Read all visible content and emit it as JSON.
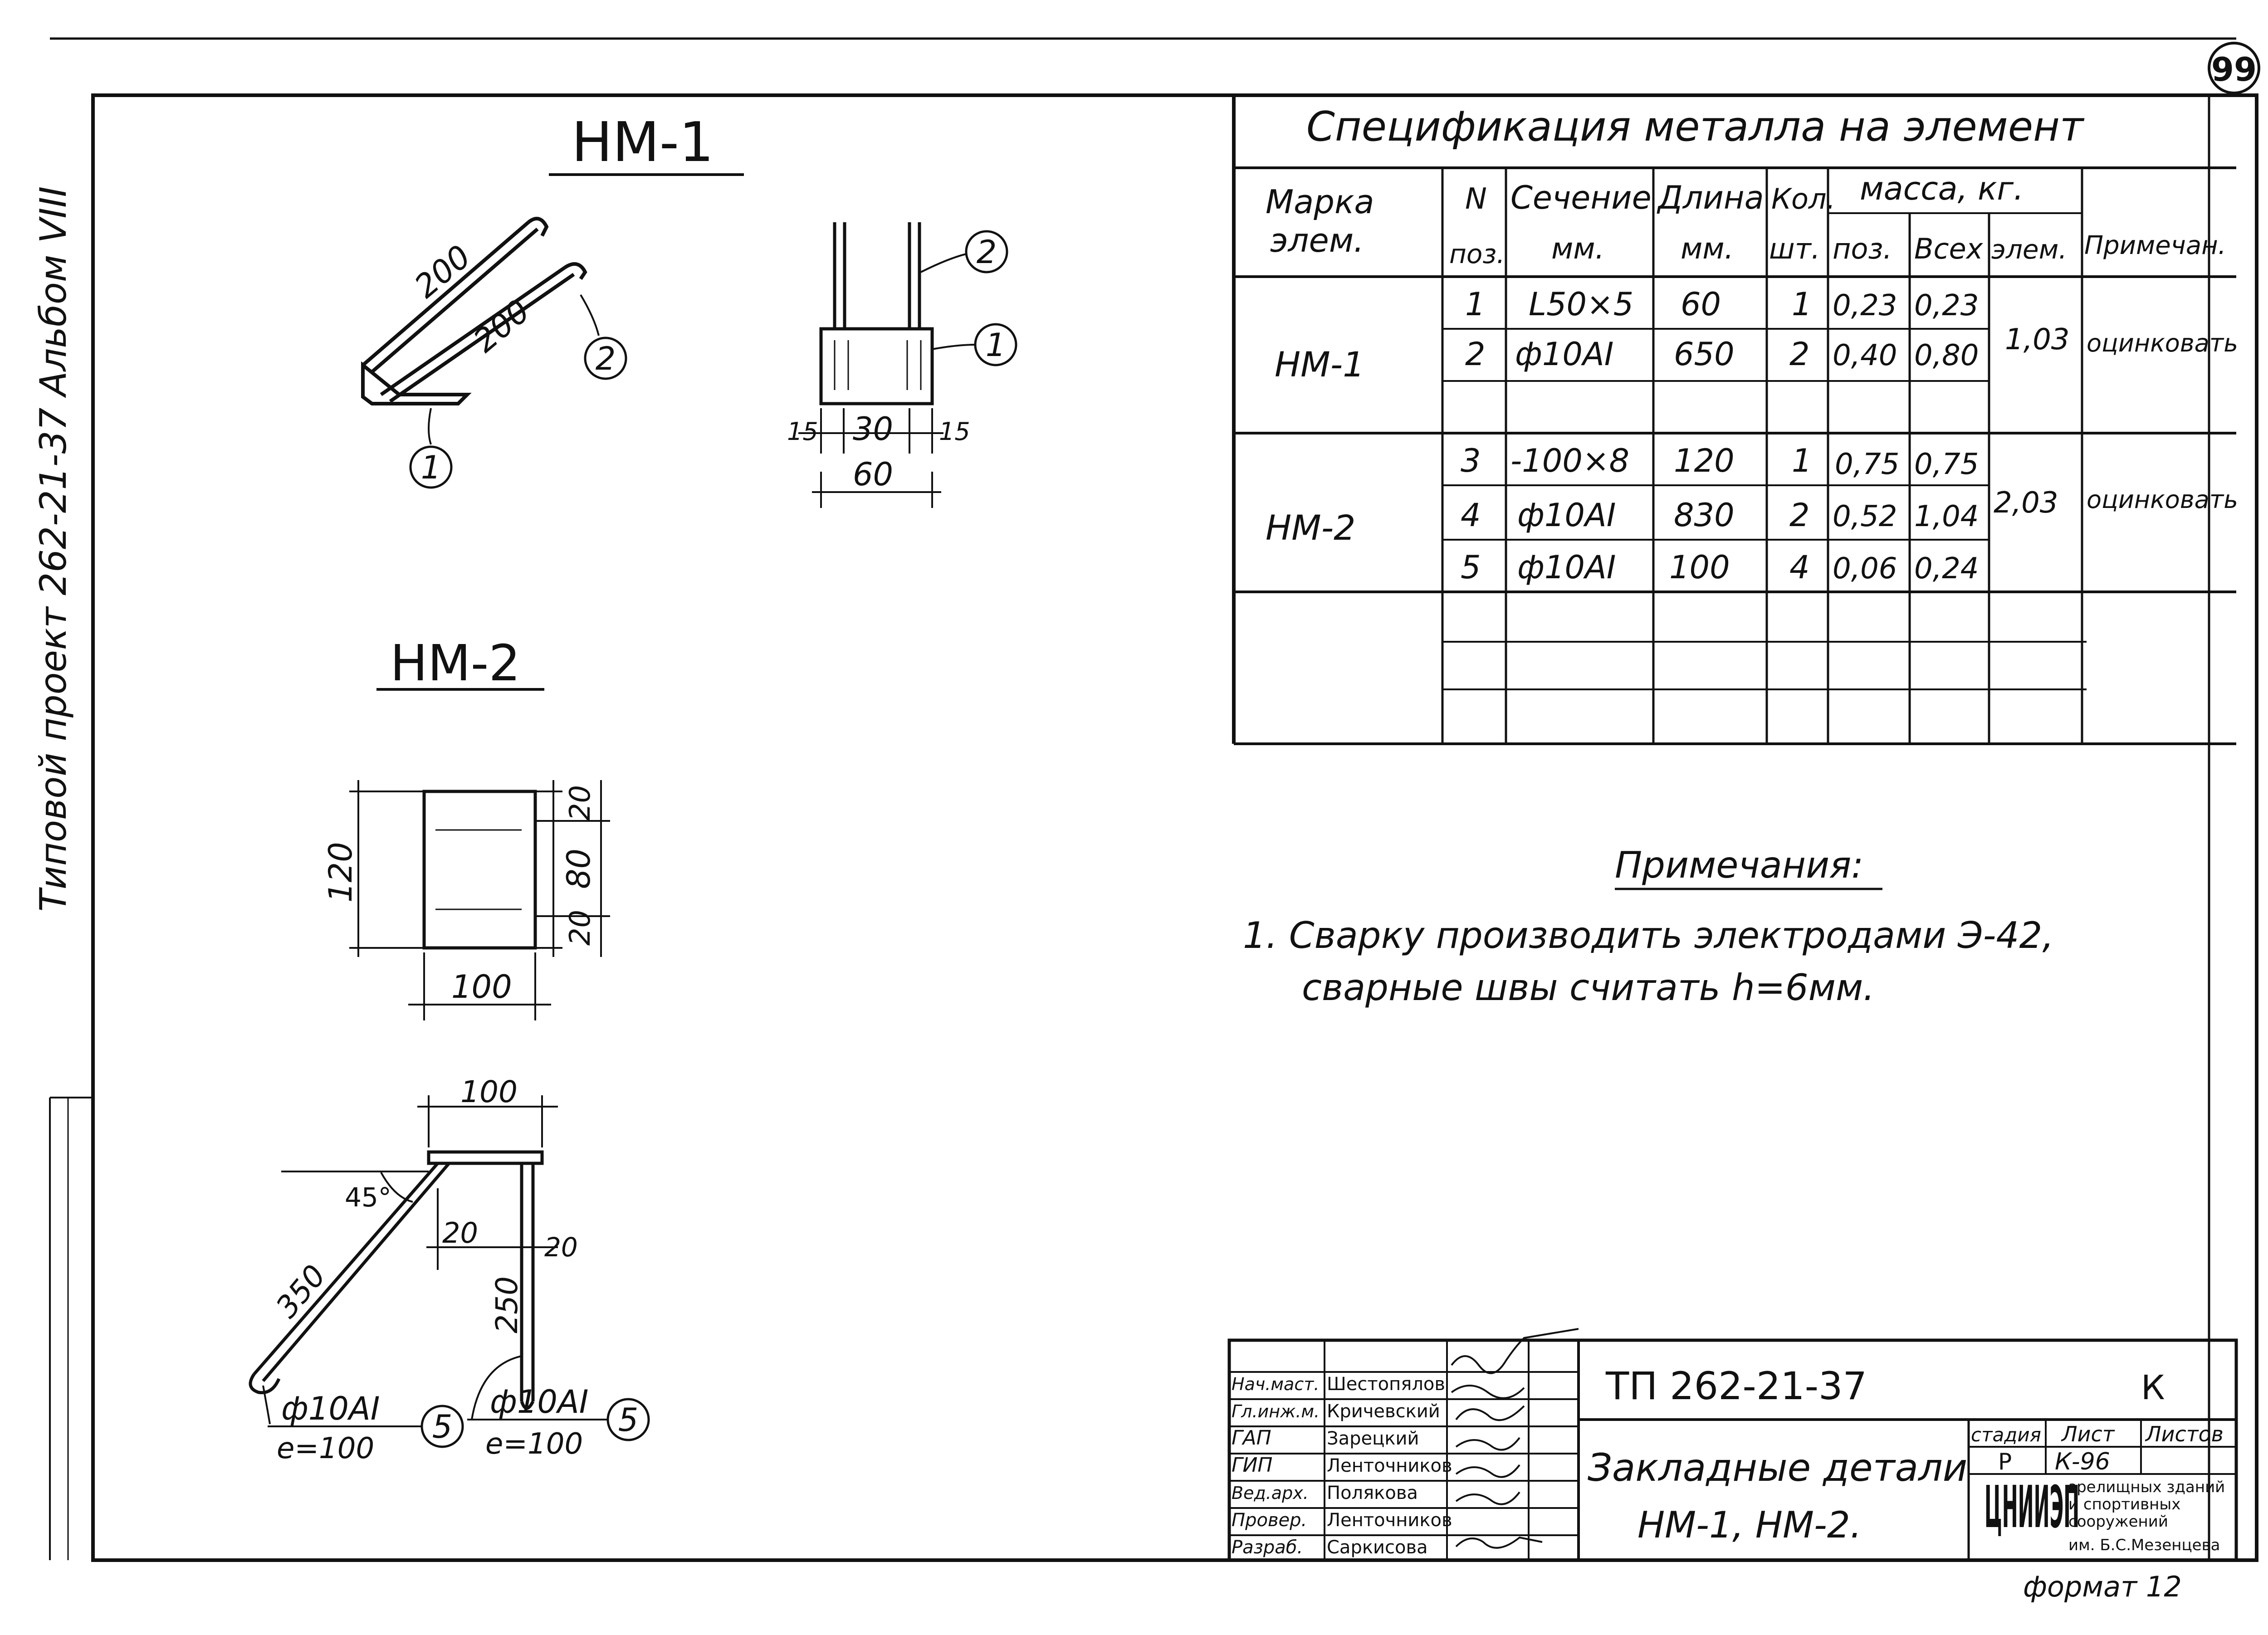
{
  "sheet": {
    "number": "99",
    "side_label": "Типовой проект 262-21-37 Альбом VIII",
    "format": "формат 12"
  },
  "drawings": {
    "nm1": {
      "title": "НМ-1",
      "dims": {
        "leg_upper": "200",
        "leg_lower": "200",
        "d15_left": "15",
        "d30": "30",
        "d15_right": "15",
        "d60": "60"
      },
      "callouts": [
        "1",
        "2",
        "2",
        "1"
      ]
    },
    "nm2": {
      "title": "НМ-2",
      "plate_dims": {
        "height": "120",
        "top": "20",
        "middle": "80",
        "bottom": "20",
        "width": "100"
      },
      "bar_dims": {
        "top": "100",
        "angle": "45°",
        "left_offset": "20",
        "right_offset": "20",
        "leg_long": "350",
        "leg_short": "250"
      },
      "bar_labels": [
        {
          "section": "ф10АI",
          "length": "е=100",
          "pos": "5"
        },
        {
          "section": "ф10АI",
          "length": "е=100",
          "pos": "5"
        }
      ]
    }
  },
  "spec": {
    "title": "Спецификация металла на элемент",
    "headers": {
      "mark": "Марка элем.",
      "pos_a": "N",
      "pos_b": "поз.",
      "section_a": "Сечение",
      "section_b": "мм.",
      "length_a": "Длина",
      "length_b": "мм.",
      "qty_a": "Кол.",
      "qty_b": "шт.",
      "mass": "масса, кг.",
      "mass_pos": "поз.",
      "mass_all": "Всех",
      "mass_el": "элем.",
      "note": "Примечан."
    },
    "groups": [
      {
        "mark": "НМ-1",
        "total": "1,03",
        "note": "оцинковать",
        "rows": [
          {
            "pos": "1",
            "section": "L50×5",
            "length": "60",
            "qty": "1",
            "m_pos": "0,23",
            "m_all": "0,23"
          },
          {
            "pos": "2",
            "section": "ф10АI",
            "length": "650",
            "qty": "2",
            "m_pos": "0,40",
            "m_all": "0,80"
          }
        ]
      },
      {
        "mark": "НМ-2",
        "total": "2,03",
        "note": "оцинковать",
        "rows": [
          {
            "pos": "3",
            "section": "-100×8",
            "length": "120",
            "qty": "1",
            "m_pos": "0,75",
            "m_all": "0,75"
          },
          {
            "pos": "4",
            "section": "ф10АI",
            "length": "830",
            "qty": "2",
            "m_pos": "0,52",
            "m_all": "1,04"
          },
          {
            "pos": "5",
            "section": "ф10АI",
            "length": "100",
            "qty": "4",
            "m_pos": "0,06",
            "m_all": "0,24"
          }
        ]
      }
    ]
  },
  "notes": {
    "title": "Примечания:",
    "line1": "1. Сварку производить электродами Э-42,",
    "line2": "сварные швы считать h=6мм."
  },
  "title_block": {
    "roles": [
      {
        "role": "Нач.маст.",
        "name": "Шестопялов"
      },
      {
        "role": "Гл.инж.м.",
        "name": "Кричевский"
      },
      {
        "role": "ГАП",
        "name": "Зарецкий"
      },
      {
        "role": "ГИП",
        "name": "Ленточников"
      },
      {
        "role": "Вед.арх.",
        "name": "Полякова"
      },
      {
        "role": "Провер.",
        "name": "Ленточников"
      },
      {
        "role": "Разраб.",
        "name": "Саркисова"
      }
    ],
    "project": "ТП 262-21-37",
    "letter": "К",
    "title_line1": "Закладные детали",
    "title_line2": "НМ-1,  НМ-2.",
    "stage_label": "стадия",
    "sheet_label": "Лист",
    "sheets_label": "Листов",
    "stage": "Р",
    "sheet": "К-96",
    "org_logo": "ЦНИИЭП",
    "org_line1": "зрелищных зданий",
    "org_line2": "и спортивных",
    "org_line3": "сооружений",
    "org_line4": "им. Б.С.Мезенцева"
  }
}
